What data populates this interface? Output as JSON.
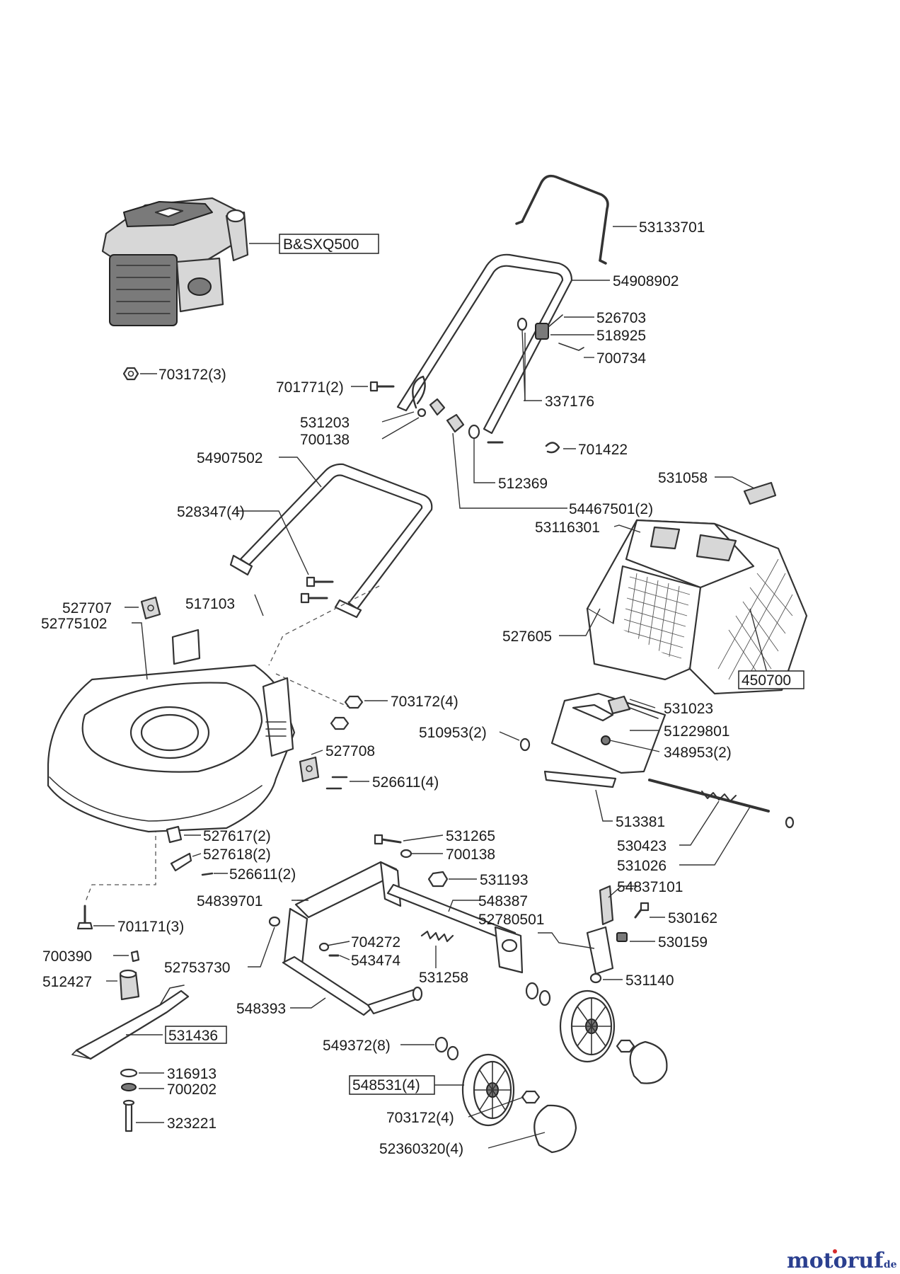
{
  "engine_label": "B&SXQ500",
  "boxed_labels": {
    "catcher_bag": "450700",
    "blade": "531436",
    "wheel_set": "548531(4)"
  },
  "labels": {
    "l_53133701": "53133701",
    "l_54908902": "54908902",
    "l_526703": "526703",
    "l_518925": "518925",
    "l_700734": "700734",
    "l_337176": "337176",
    "l_703172_3": "703172(3)",
    "l_701771_2": "701771(2)",
    "l_531203": "531203",
    "l_700138_a": "700138",
    "l_701422": "701422",
    "l_54907502": "54907502",
    "l_512369": "512369",
    "l_528347_4": "528347(4)",
    "l_54467501_2": "54467501(2)",
    "l_531058": "531058",
    "l_53116301": "53116301",
    "l_517103": "517103",
    "l_527707": "527707",
    "l_52775102": "52775102",
    "l_527605": "527605",
    "l_703172_4a": "703172(4)",
    "l_531023": "531023",
    "l_510953_2": "510953(2)",
    "l_51229801": "51229801",
    "l_527708": "527708",
    "l_348953_2": "348953(2)",
    "l_526611_4": "526611(4)",
    "l_513381": "513381",
    "l_530423": "530423",
    "l_531265": "531265",
    "l_527617_2": "527617(2)",
    "l_700138_b": "700138",
    "l_527618_2": "527618(2)",
    "l_531026": "531026",
    "l_526611_2": "526611(2)",
    "l_531193": "531193",
    "l_54837101": "54837101",
    "l_54839701": "54839701",
    "l_548387": "548387",
    "l_530162": "530162",
    "l_52780501": "52780501",
    "l_701171_3": "701171(3)",
    "l_704272": "704272",
    "l_530159": "530159",
    "l_700390": "700390",
    "l_543474": "543474",
    "l_52753730": "52753730",
    "l_531258": "531258",
    "l_531140": "531140",
    "l_512427": "512427",
    "l_548393": "548393",
    "l_549372_8": "549372(8)",
    "l_316913": "316913",
    "l_700202": "700202",
    "l_323221": "323221",
    "l_703172_4b": "703172(4)",
    "l_52360320_4": "52360320(4)"
  },
  "watermark": {
    "main": "motoruf",
    "suffix": ".de"
  },
  "colors": {
    "line": "#333333",
    "logo_blue": "#2a3f8f",
    "logo_red": "#d62b2b"
  }
}
